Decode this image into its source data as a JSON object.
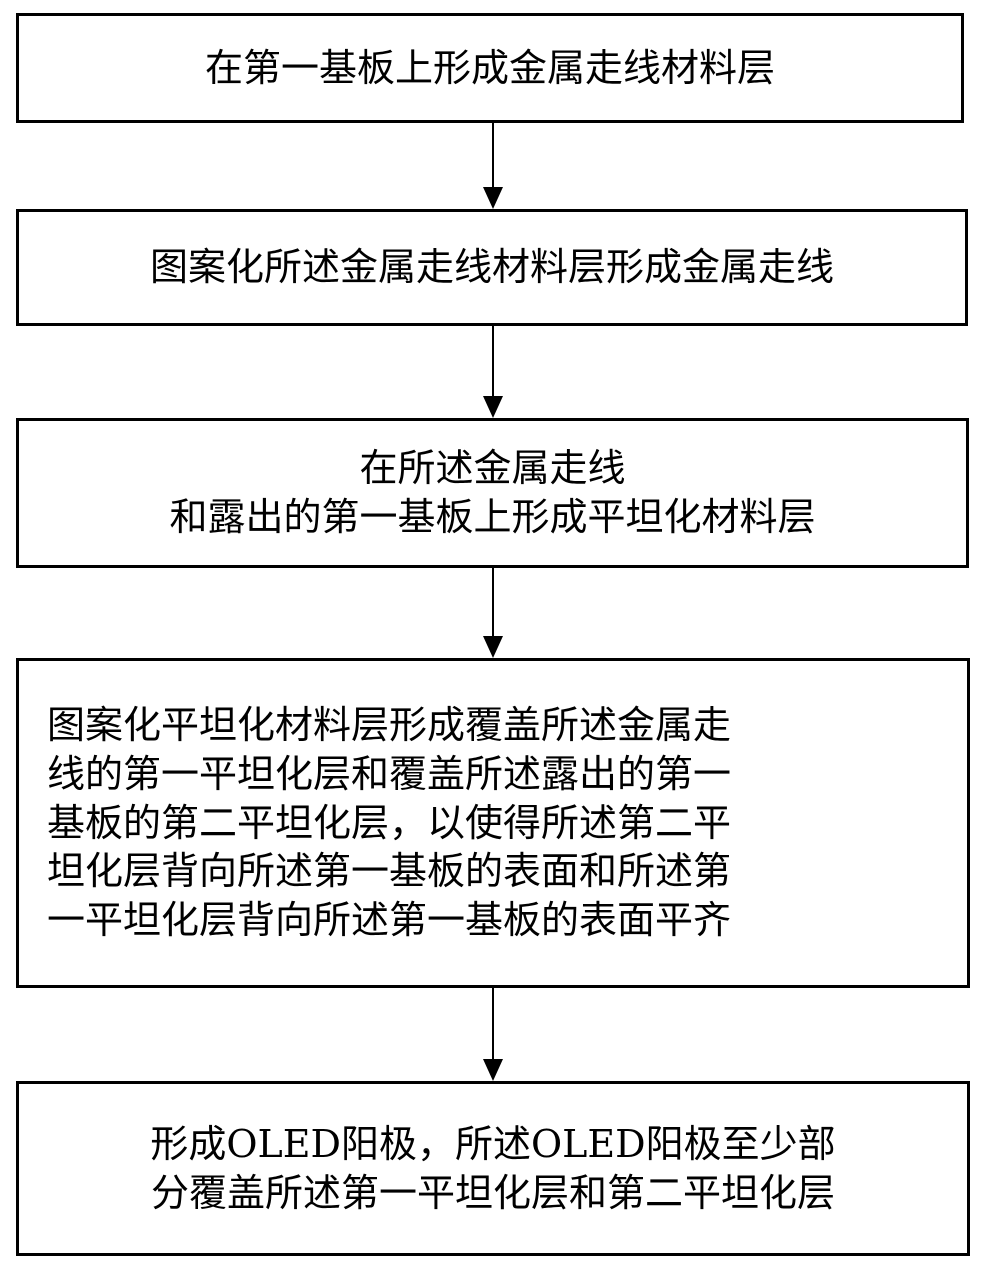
{
  "steps": [
    {
      "lines": [
        "在第一基板上形成金属走线材料层"
      ]
    },
    {
      "lines": [
        "图案化所述金属走线材料层形成金属走线"
      ]
    },
    {
      "lines": [
        "在所述金属走线",
        "和露出的第一基板上形成平坦化材料层"
      ]
    },
    {
      "lines": [
        "图案化平坦化材料层形成覆盖所述金属走",
        "线的第一平坦化层和覆盖所述露出的第一",
        "基板的第二平坦化层，以使得所述第二平",
        "坦化层背向所述第一基板的表面和所述第",
        "一平坦化层背向所述第一基板的表面平齐"
      ]
    },
    {
      "lines": [
        "形成OLED阳极，所述OLED阳极至少部",
        "分覆盖所述第一平坦化层和第二平坦化层"
      ]
    }
  ],
  "colors": {
    "stroke": "#000000",
    "background": "#ffffff"
  }
}
